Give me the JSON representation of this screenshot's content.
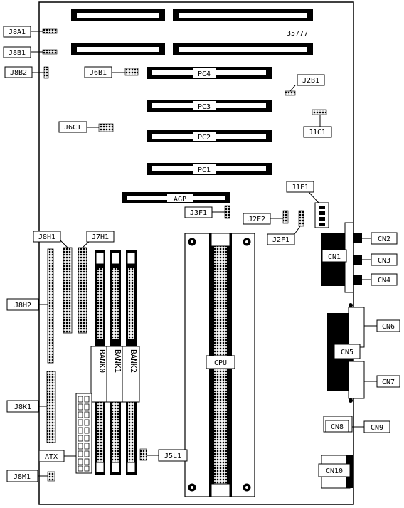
{
  "diagram": {
    "board_number": "35777",
    "jumper_labels": {
      "j8a1": "J8A1",
      "j8b1": "J8B1",
      "j8b2": "J8B2",
      "j6b1": "J6B1",
      "j2b1": "J2B1",
      "j6c1": "J6C1",
      "j1c1": "J1C1",
      "j1f1": "J1F1",
      "j3f1": "J3F1",
      "j2f2": "J2F2",
      "j2f1": "J2F1",
      "j8h1": "J8H1",
      "j7h1": "J7H1",
      "j8h2": "J8H2",
      "j8k1": "J8K1",
      "j5l1": "J5L1",
      "j8m1": "J8M1",
      "atx": "ATX"
    },
    "slots": {
      "pc4": "PC4",
      "pc3": "PC3",
      "pc2": "PC2",
      "pc1": "PC1",
      "agp": "AGP",
      "cpu": "CPU"
    },
    "memory": {
      "bank0": "BANK0",
      "bank1": "BANK1",
      "bank2": "BANK2"
    },
    "connectors": {
      "cn1": "CN1",
      "cn2": "CN2",
      "cn3": "CN3",
      "cn4": "CN4",
      "cn5": "CN5",
      "cn6": "CN6",
      "cn7": "CN7",
      "cn8": "CN8",
      "cn9": "CN9",
      "cn10": "CN10"
    }
  }
}
